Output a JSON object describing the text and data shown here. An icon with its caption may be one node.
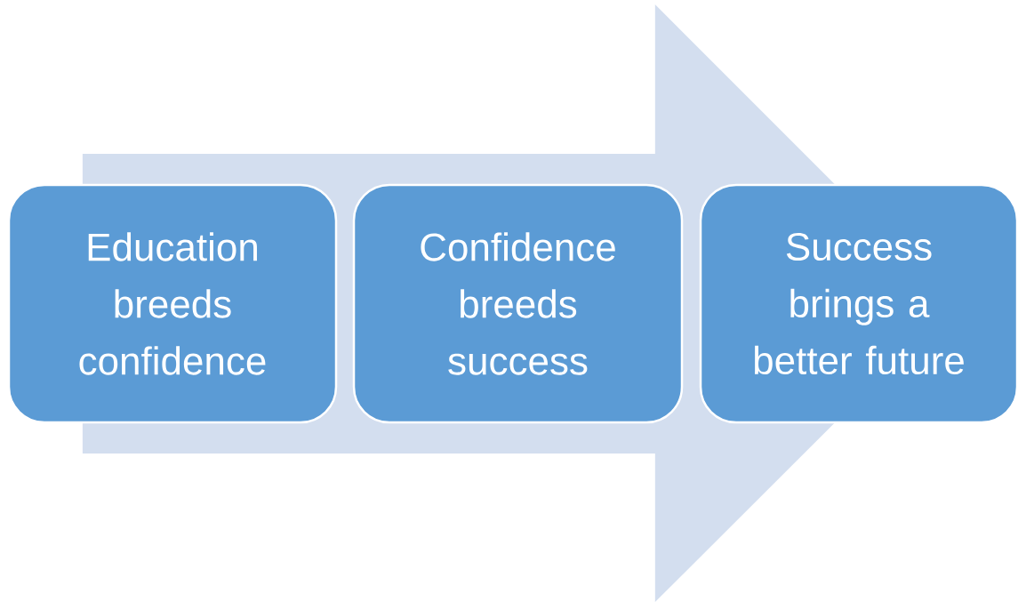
{
  "diagram": {
    "nodes": [
      {
        "text": [
          "Education breeds confidence"
        ]
      },
      {
        "text": [
          "Confidence breeds success"
        ]
      },
      {
        "text": [
          "Success brings a better future"
        ]
      }
    ],
    "edges": [
      {
        "from": 0,
        "to": 2,
        "arrow": "to"
      }
    ]
  }
}
